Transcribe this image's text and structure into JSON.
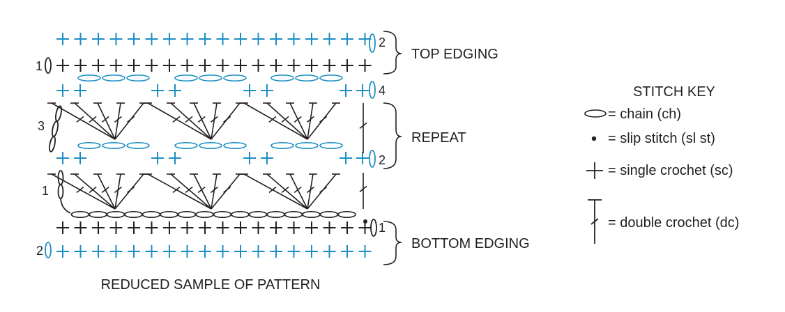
{
  "colors": {
    "blue": "#1b8fc4",
    "black": "#231f20",
    "background": "#ffffff"
  },
  "diagram": {
    "caption": "REDUCED SAMPLE OF PATTERN",
    "sections": {
      "top": "TOP EDGING",
      "repeat": "REPEAT",
      "bottom": "BOTTOM EDGING"
    },
    "row_numbers": {
      "right_top": "2",
      "right_row4": "4",
      "right_row2": "2",
      "right_bottom": "1",
      "left_row1_top": "1",
      "left_row3": "3",
      "left_row1": "1",
      "left_bottom": "2"
    }
  },
  "key": {
    "title": "STITCH KEY",
    "items": [
      {
        "symbol": "chain-icon",
        "label": "= chain (ch)"
      },
      {
        "symbol": "slip-stitch-icon",
        "label": "= slip stitch (sl st)"
      },
      {
        "symbol": "single-crochet-icon",
        "label": "= single crochet (sc)"
      },
      {
        "symbol": "double-crochet-icon",
        "label": "= double crochet (dc)"
      }
    ]
  }
}
